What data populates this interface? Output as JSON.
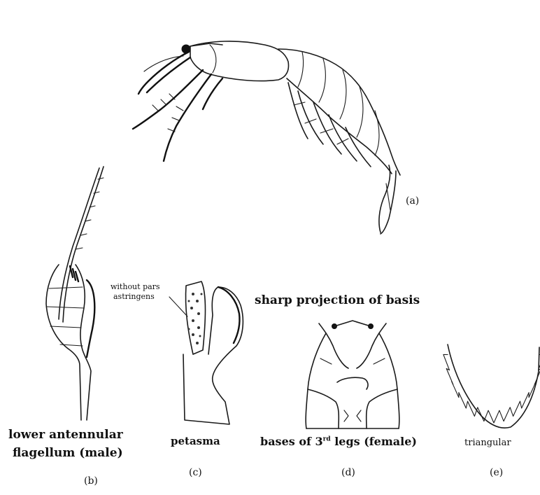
{
  "figure": {
    "panel_a_caption": "(a)",
    "panel_b_caption": "(b)",
    "panel_c_caption": "(c)",
    "panel_d_caption": "(d)",
    "panel_e_caption": "(e)",
    "label_flagellum_line1": "lower antennular",
    "label_flagellum_line2": "flagellum (male)",
    "label_petasma": "petasma",
    "label_pars_line1": "without pars",
    "label_pars_line2": "astringens",
    "label_sharp_projection": "sharp projection of basis",
    "label_bases_prefix": "bases of 3",
    "label_bases_sup": "rd",
    "label_bases_suffix": " legs (female)",
    "label_triangular": "triangular"
  },
  "colors": {
    "ink": "#1a1a1a",
    "background": "#ffffff"
  }
}
